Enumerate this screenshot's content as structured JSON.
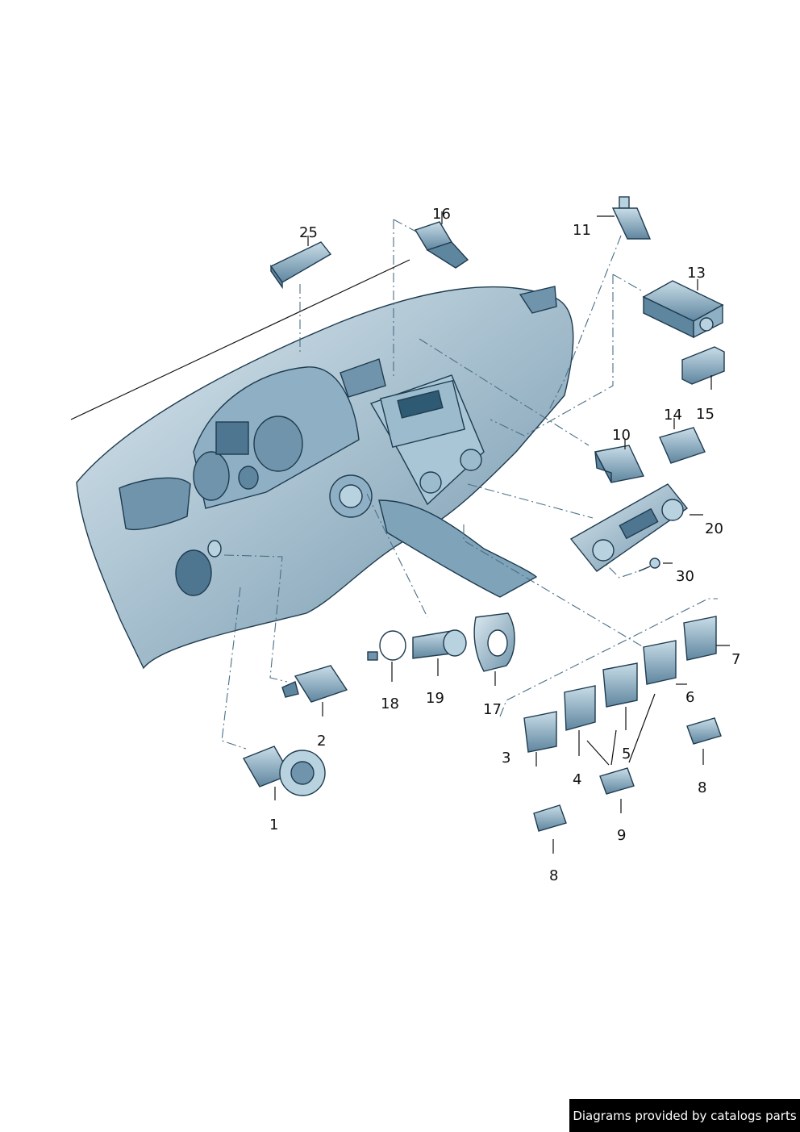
{
  "callouts": {
    "c1": "1",
    "c2": "2",
    "c3": "3",
    "c4": "4",
    "c5": "5",
    "c6": "6",
    "c7": "7",
    "c8a": "8",
    "c8b": "8",
    "c9": "9",
    "c10": "10",
    "c11": "11",
    "c13": "13",
    "c14": "14",
    "c15": "15",
    "c16": "16",
    "c17": "17",
    "c18": "18",
    "c19": "19",
    "c20": "20",
    "c25": "25",
    "c30": "30"
  },
  "footer": {
    "credit": "Diagrams provided by catalogs parts"
  },
  "colors": {
    "part_fill": "#b9d2df",
    "part_dark": "#6f94ab",
    "part_stroke": "#1e3b4f",
    "dash_line": "#4a6f86",
    "credit_bg": "#000000"
  }
}
